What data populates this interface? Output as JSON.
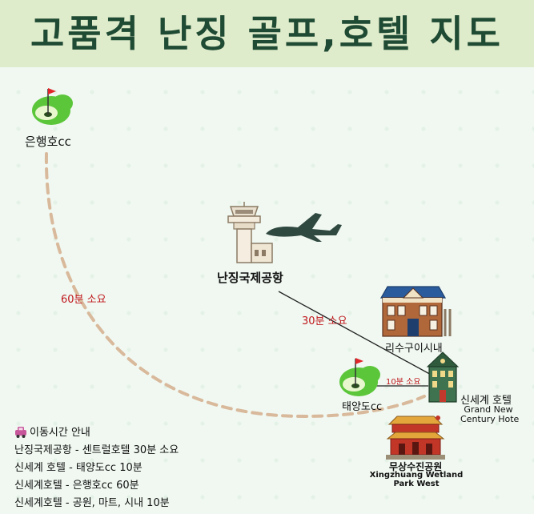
{
  "title": "고품격 난징 골프,호텔 지도",
  "places": {
    "eunhaengho": "은행호cc",
    "airport": "난징국제공항",
    "lishui": "리수구이시내",
    "taeyangdo": "태양도cc",
    "hotel_ko": "신세계 호텔",
    "hotel_en_1": "Grand New",
    "hotel_en_2": "Century Hote",
    "park_ko": "무상수진공원",
    "park_en_1": "Xingzhuang Wetland",
    "park_en_2": "Park West"
  },
  "routes": {
    "min60": "60분 소요",
    "min30": "30분 소요",
    "min10": "10분 소요"
  },
  "legend": {
    "header": "이동시간 안내",
    "items": [
      "난징국제공항 - 센트럴호텔 30분 소요",
      "신세계 호텔 - 태양도cc 10분",
      "신세계호텔 - 은행호cc 60분",
      "신세계호텔 - 공원, 마트, 시내 10분"
    ]
  },
  "colors": {
    "header_bg": "#dfeccb",
    "title": "#1f4a33",
    "route_dash": "#d9b99b",
    "route_label": "#c0171c"
  },
  "icons": {
    "golf": "golf-green-icon",
    "tower": "control-tower-icon",
    "plane": "airplane-icon",
    "house": "blue-house-icon",
    "hotel": "hotel-building-icon",
    "gate": "palace-gate-icon",
    "car": "car-icon"
  }
}
